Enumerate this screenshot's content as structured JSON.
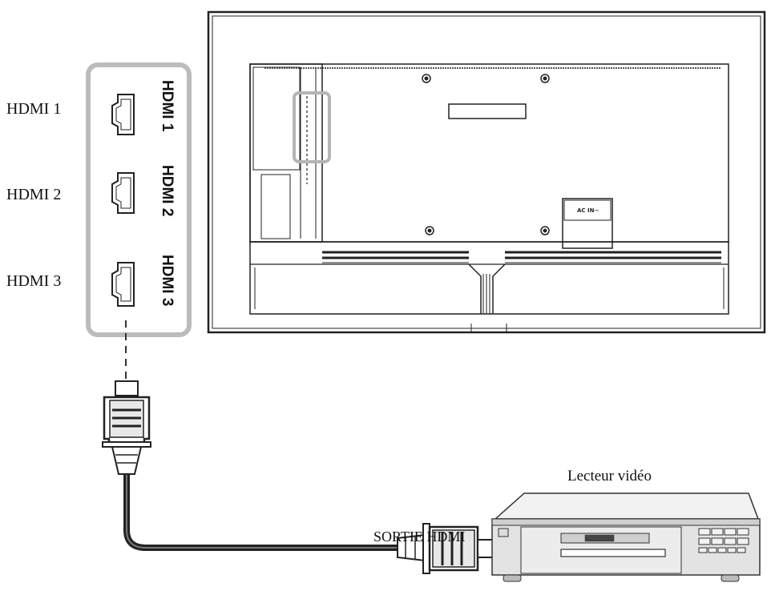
{
  "ports": [
    {
      "side_label": "HDMI 1",
      "port_label": "HDMI 1"
    },
    {
      "side_label": "HDMI 2",
      "port_label": "HDMI 2"
    },
    {
      "side_label": "HDMI 3",
      "port_label": "HDMI 3"
    }
  ],
  "tv": {
    "power_label": "AC IN~"
  },
  "player": {
    "title": "Lecteur vidéo",
    "output_label": "SORTIE HDMI"
  }
}
